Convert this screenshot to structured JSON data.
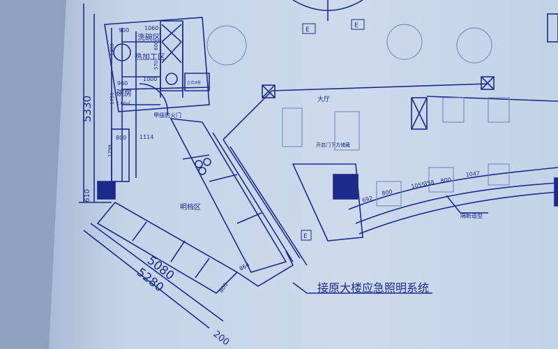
{
  "rooms": {
    "dishwashing": "洗碗区",
    "hot_kitchen": "热加工区",
    "bowl_room": "碗房",
    "bowl_room_area": "1.66㎡",
    "fire_door": "甲级防火门",
    "hall": "大厅",
    "open_counter": "明档区",
    "under_door": "开启门下方储藏",
    "partition": "隔断造型",
    "emergency_light": "接原大楼应急照明系统",
    "cabinet": "立式冰柜"
  },
  "dimensions": {
    "d1060": "1060",
    "d900": "900",
    "d1400": "1400",
    "d600a": "600",
    "d570": "570",
    "d1000": "1000",
    "d960": "960",
    "d1731": "1731",
    "d800a": "800",
    "d1114": "1114",
    "d1799": "1799",
    "d610": "610",
    "d5330": "5330",
    "d5080": "5080",
    "d5280": "5280",
    "d200": "200",
    "d864": "864",
    "d800b": "800",
    "d692": "692",
    "d800c": "800",
    "d1055": "1055",
    "d358": "358",
    "d800d": "800",
    "d1047": "1047"
  },
  "exit_signs": [
    "E",
    "E",
    "E"
  ],
  "colors": {
    "ink": "#1c2a8c",
    "paper": "#c9d7ea",
    "binder": "#8fa2bd"
  }
}
